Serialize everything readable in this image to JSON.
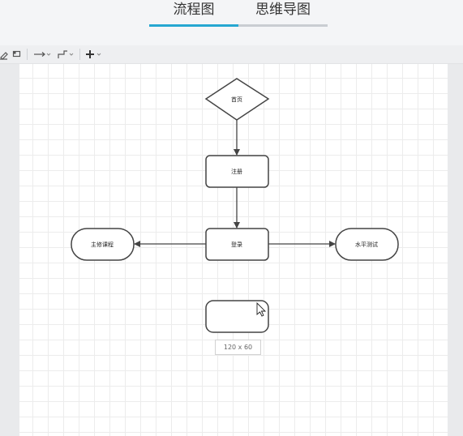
{
  "tabs": [
    {
      "label": "流程图",
      "active": true
    },
    {
      "label": "思维导图",
      "active": false
    }
  ],
  "toolbar": {
    "items": [
      "pen-icon",
      "shape-icon",
      "straight-connector-icon",
      "elbow-connector-icon",
      "insert-icon"
    ]
  },
  "diagram": {
    "nodes": {
      "homepage": "首页",
      "register": "注册",
      "login": "登录",
      "main_course": "主修课程",
      "level_test": "水平测试",
      "new_shape": ""
    }
  },
  "size_badge": "120 x 60",
  "colors": {
    "accent": "#26a7d1",
    "stroke": "#444444",
    "grid": "#ececec"
  }
}
